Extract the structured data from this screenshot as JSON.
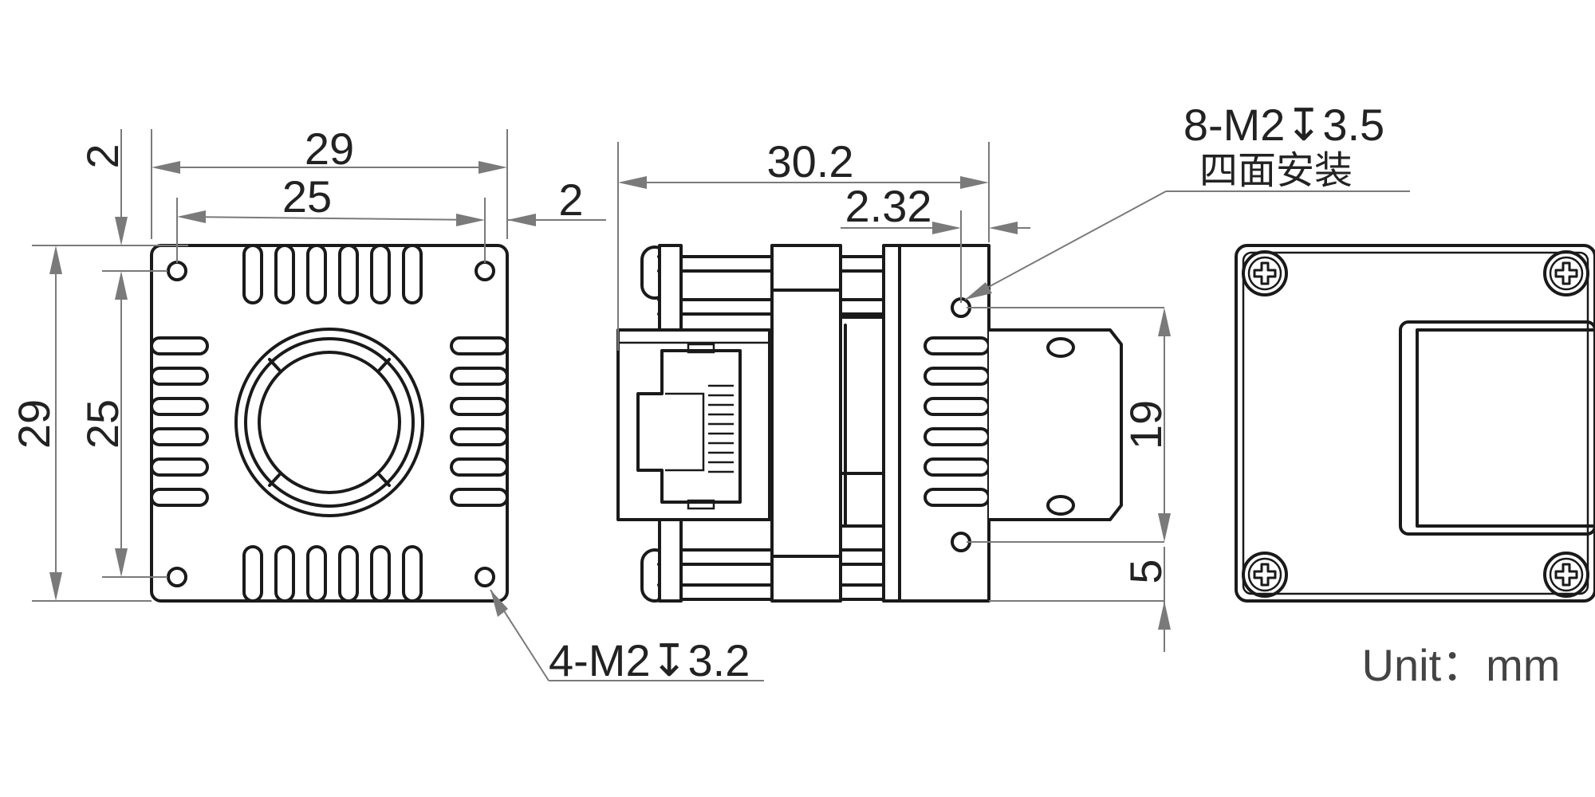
{
  "front_view": {
    "outer_width": "29",
    "hole_spacing_width": "25",
    "top_edge_offset": "2",
    "right_edge_offset": "2",
    "outer_height": "29",
    "hole_spacing_height": "25",
    "hole_callout": "4-M2↧3.2"
  },
  "side_view": {
    "overall_length": "30.2",
    "front_offset": "2.32",
    "hole_callout_line1": "8-M2↧3.5",
    "hole_callout_line2": "四面安装",
    "hole_spacing": "19",
    "hole_edge_offset": "5"
  },
  "rear_view": {},
  "unit_label": "Unit：mm"
}
